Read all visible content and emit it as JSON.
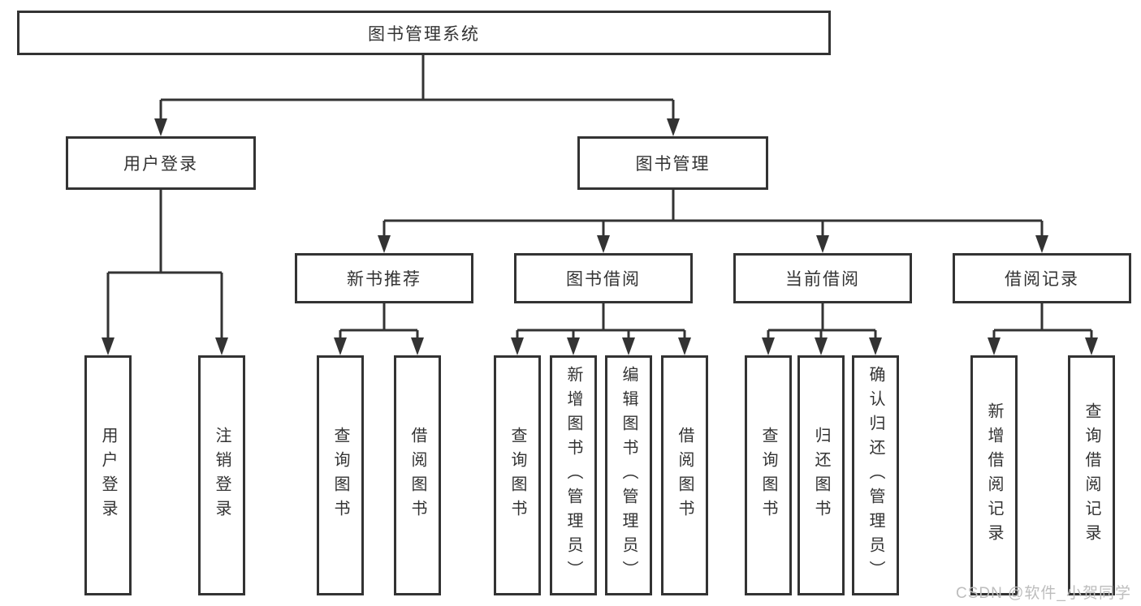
{
  "diagram": {
    "root": {
      "label": "图书管理系统"
    },
    "branches": [
      {
        "label": "用户登录",
        "children": [
          {
            "label": "用户登录"
          },
          {
            "label": "注销登录"
          }
        ]
      },
      {
        "label": "图书管理",
        "children": [
          {
            "label": "新书推荐",
            "children": [
              {
                "label": "查询图书"
              },
              {
                "label": "借阅图书"
              }
            ]
          },
          {
            "label": "图书借阅",
            "children": [
              {
                "label": "查询图书"
              },
              {
                "label": "新增图书（管理员）"
              },
              {
                "label": "编辑图书（管理员）"
              },
              {
                "label": "借阅图书"
              }
            ]
          },
          {
            "label": "当前借阅",
            "children": [
              {
                "label": "查询图书"
              },
              {
                "label": "归还图书"
              },
              {
                "label": "确认归还（管理员）"
              }
            ]
          },
          {
            "label": "借阅记录",
            "children": [
              {
                "label": "新增借阅记录"
              },
              {
                "label": "查询借阅记录"
              }
            ]
          }
        ]
      }
    ]
  },
  "colors": {
    "line": "#333333",
    "text": "#333333",
    "watermark_text": "#bdbdbd",
    "background": "#ffffff"
  },
  "watermark": {
    "text": "CSDN @软件_小贺同学"
  }
}
